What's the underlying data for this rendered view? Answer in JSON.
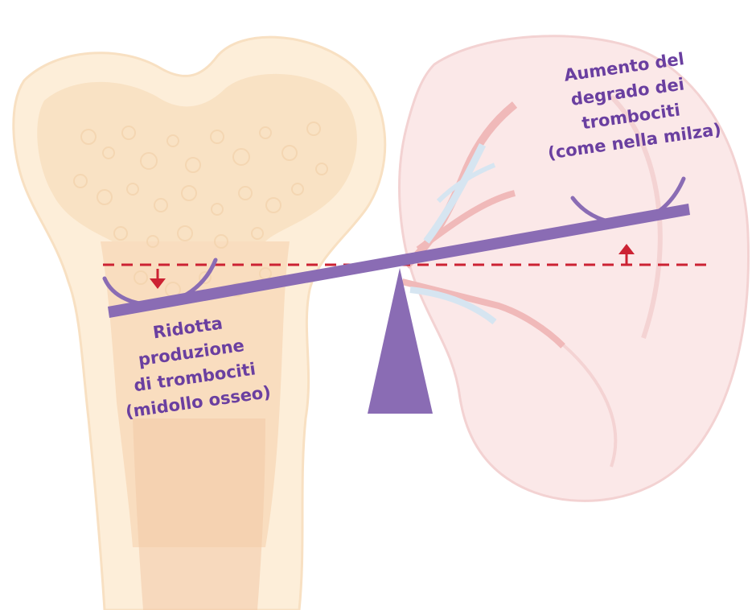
{
  "labels": {
    "left": {
      "lines": [
        "Ridotta",
        "produzione",
        "di trombociti",
        "(midollo osseo)"
      ]
    },
    "right": {
      "lines": [
        "Aumento del",
        "degrado dei",
        "trombociti",
        "(come nella milza)"
      ]
    }
  },
  "colors": {
    "scale": "#8a6cb4",
    "label_text": "#6a3fa0",
    "reference_line": "#cc2233",
    "bone": "#fbe7cc",
    "bone_marrow": "#f6d6b3",
    "spleen": "#fbe6e6",
    "vessels_red": "#f0b7b7",
    "vessels_blue": "#c9dcec"
  },
  "icons": {
    "left_arrow": "arrow-down-icon",
    "right_arrow": "arrow-up-icon"
  }
}
